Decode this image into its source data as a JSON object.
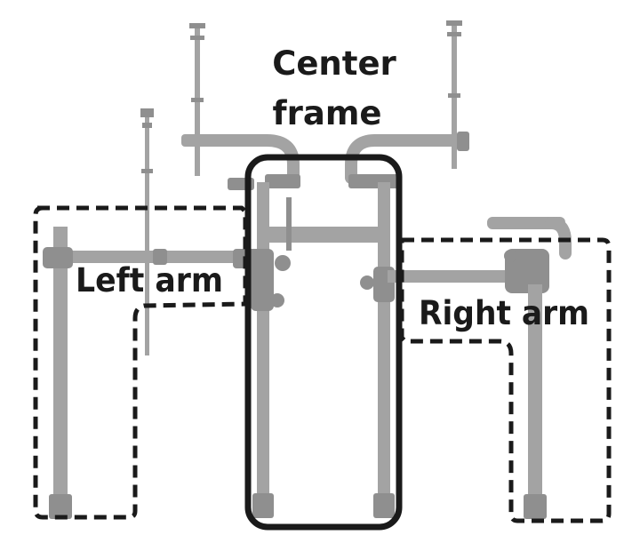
{
  "labels": {
    "center_line1": "Center",
    "center_line2": "frame",
    "left": "Left arm",
    "right": "Right arm"
  },
  "colors": {
    "pipe": "#a3a3a3",
    "outline": "#1a1a1a",
    "background": "#ffffff"
  }
}
